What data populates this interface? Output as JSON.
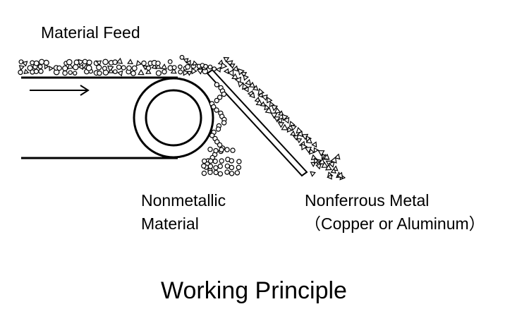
{
  "labels": {
    "material_feed": "Material Feed",
    "nonmetallic_line1": "Nonmetallic",
    "nonmetallic_line2": "Material",
    "nonferrous_line1": "Nonferrous Metal",
    "nonferrous_line2": "（Copper or Aluminum）",
    "title": "Working Principle"
  },
  "colors": {
    "ink": "#000000",
    "background": "#ffffff"
  }
}
